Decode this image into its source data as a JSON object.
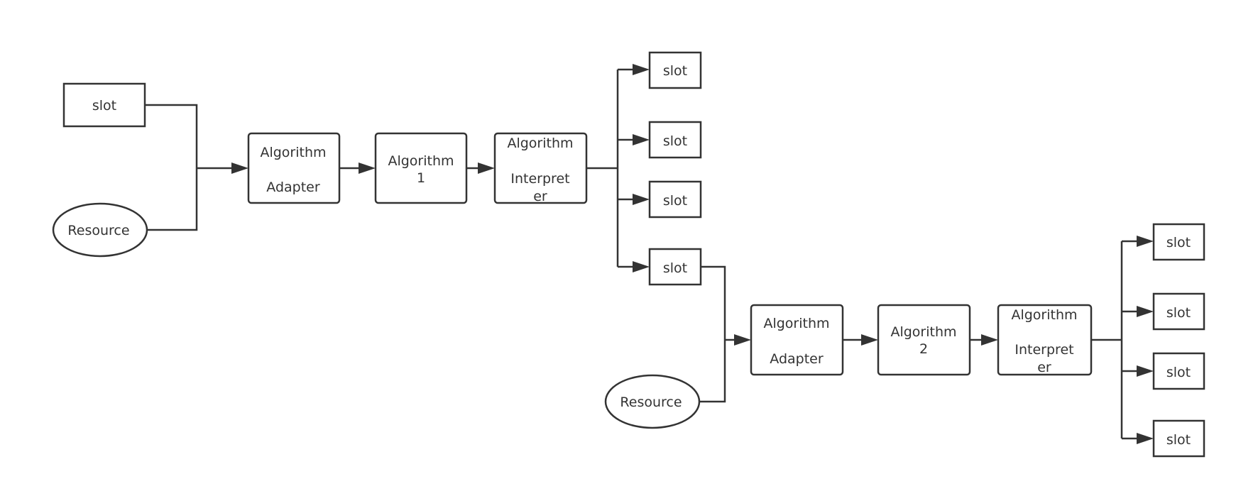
{
  "diagram": {
    "stage1": {
      "input_slot": "slot",
      "input_resource": "Resource",
      "adapter": [
        "Algorithm",
        "Adapter"
      ],
      "algorithm": [
        "Algorithm",
        "1"
      ],
      "interpreter": [
        "Algorithm",
        "Interpret",
        "er"
      ],
      "outputs": [
        "slot",
        "slot",
        "slot",
        "slot"
      ]
    },
    "stage2": {
      "input_resource": "Resource",
      "adapter": [
        "Algorithm",
        "Adapter"
      ],
      "algorithm": [
        "Algorithm",
        "2"
      ],
      "interpreter": [
        "Algorithm",
        "Interpret",
        "er"
      ],
      "outputs": [
        "slot",
        "slot",
        "slot",
        "slot"
      ]
    },
    "colors": {
      "stroke": "#333333",
      "fill": "#ffffff",
      "text": "#333333"
    }
  }
}
